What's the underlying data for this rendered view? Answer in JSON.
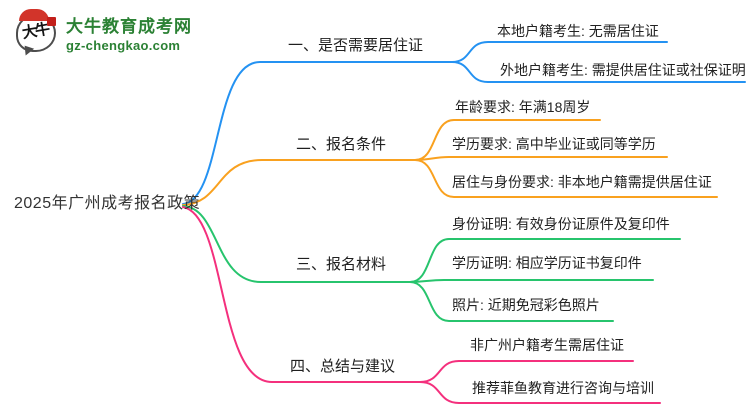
{
  "logo": {
    "mark_text": "大牛",
    "site_name": "大牛教育成考网",
    "site_url": "gz-chengkao.com",
    "brand_green": "#2b8134",
    "brand_red": "#d2342a"
  },
  "mindmap": {
    "root": {
      "label": "2025年广州成考报名政策"
    },
    "branches": [
      {
        "label": "一、是否需要居住证",
        "color": "#2492f2",
        "children": [
          "本地户籍考生: 无需居住证",
          "外地户籍考生: 需提供居住证或社保证明"
        ]
      },
      {
        "label": "二、报名条件",
        "color": "#f9a11f",
        "children": [
          "年龄要求: 年满18周岁",
          "学历要求: 高中毕业证或同等学历",
          "居住与身份要求: 非本地户籍需提供居住证"
        ]
      },
      {
        "label": "三、报名材料",
        "color": "#27c46d",
        "children": [
          "身份证明: 有效身份证原件及复印件",
          "学历证明: 相应学历证书复印件",
          "照片: 近期免冠彩色照片"
        ]
      },
      {
        "label": "四、总结与建议",
        "color": "#f4307d",
        "children": [
          "非广州户籍考生需居住证",
          "推荐菲鱼教育进行咨询与培训"
        ]
      }
    ]
  }
}
